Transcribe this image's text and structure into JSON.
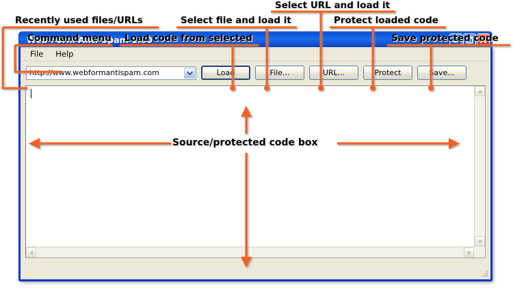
{
  "window": {
    "title": "Web Form Anti-Spam 1.00",
    "controls": {
      "minimize": "minimize",
      "maximize": "maximize",
      "close": "close"
    },
    "menu": [
      {
        "label": "File"
      },
      {
        "label": "Help"
      }
    ],
    "toolbar": {
      "combo_value": "http://www.webformantispam.com",
      "combo_arrow": "chevron-down-icon",
      "buttons": [
        {
          "key": "load",
          "label": "Load"
        },
        {
          "key": "file",
          "label": "File..."
        },
        {
          "key": "url",
          "label": "URL..."
        },
        {
          "key": "protect",
          "label": "Protect"
        },
        {
          "key": "save",
          "label": "Save..."
        }
      ]
    },
    "code_box": {
      "value": "",
      "scrollbars": {
        "vertical_up": "scroll-up-icon",
        "vertical_down": "scroll-down-icon",
        "horizontal_left": "scroll-left-icon",
        "horizontal_right": "scroll-right-icon"
      }
    }
  },
  "annotations": {
    "accent_color": "#f26322",
    "items": [
      {
        "key": "recently-used",
        "text": "Recently used files/URLs"
      },
      {
        "key": "command-menu",
        "text": "Command menu"
      },
      {
        "key": "load-code",
        "text": "Load code from selected"
      },
      {
        "key": "select-file",
        "text": "Select file and load it"
      },
      {
        "key": "select-url",
        "text": "Select URL and load it"
      },
      {
        "key": "protect-code",
        "text": "Protect loaded code"
      },
      {
        "key": "save-code",
        "text": "Save protected code"
      },
      {
        "key": "code-box",
        "text": "Source/protected code box"
      }
    ]
  }
}
